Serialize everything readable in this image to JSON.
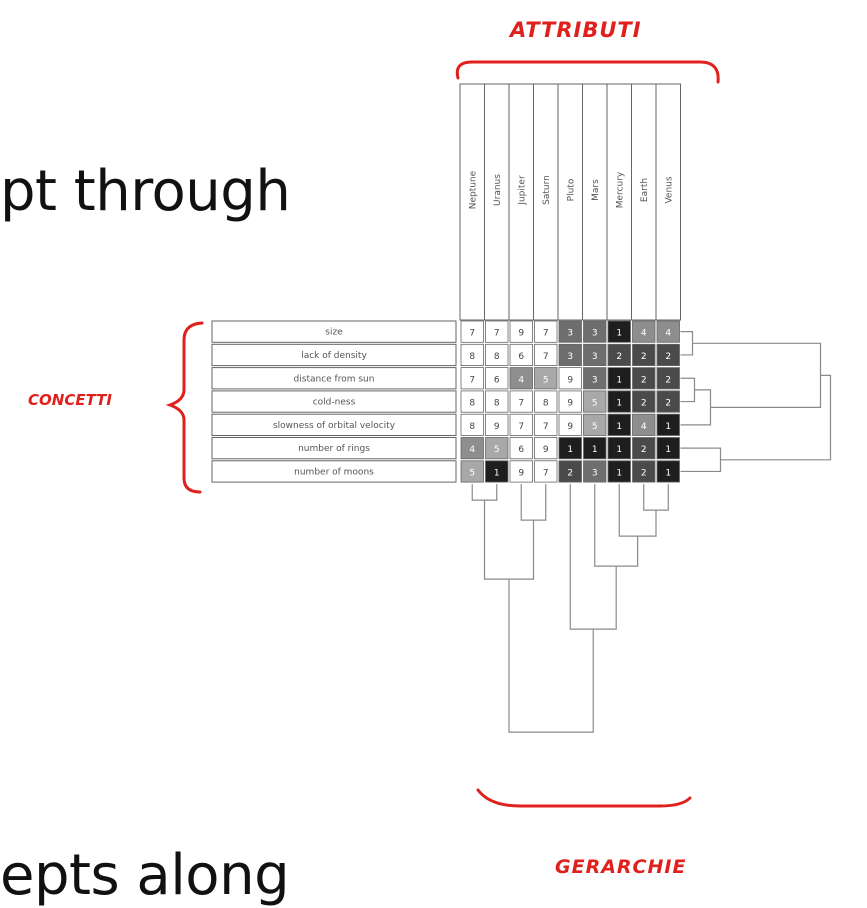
{
  "slide": {
    "line1": "pt through",
    "line2": "epts along"
  },
  "annotations": {
    "top": "ATTRIBUTI",
    "left": "CONCETTI",
    "bottom": "GERARCHIE",
    "color": "#e0201c"
  },
  "grid": {
    "columns": [
      "Neptune",
      "Uranus",
      "Jupiter",
      "Saturn",
      "Pluto",
      "Mars",
      "Mercury",
      "Earth",
      "Venus"
    ],
    "rows": [
      {
        "label": "size",
        "values": [
          7,
          7,
          9,
          7,
          3,
          3,
          1,
          4,
          4
        ]
      },
      {
        "label": "lack of density",
        "values": [
          8,
          8,
          6,
          7,
          3,
          3,
          2,
          2,
          2
        ]
      },
      {
        "label": "distance from sun",
        "values": [
          7,
          6,
          4,
          5,
          9,
          3,
          1,
          2,
          2
        ]
      },
      {
        "label": "cold-ness",
        "values": [
          8,
          8,
          7,
          8,
          9,
          5,
          1,
          2,
          2
        ]
      },
      {
        "label": "slowness of orbital velocity",
        "values": [
          8,
          9,
          7,
          7,
          9,
          5,
          1,
          4,
          1
        ]
      },
      {
        "label": "number of rings",
        "values": [
          4,
          5,
          6,
          9,
          1,
          1,
          1,
          2,
          1
        ]
      },
      {
        "label": "number of moons",
        "values": [
          5,
          1,
          9,
          7,
          2,
          3,
          1,
          2,
          1
        ]
      }
    ]
  }
}
